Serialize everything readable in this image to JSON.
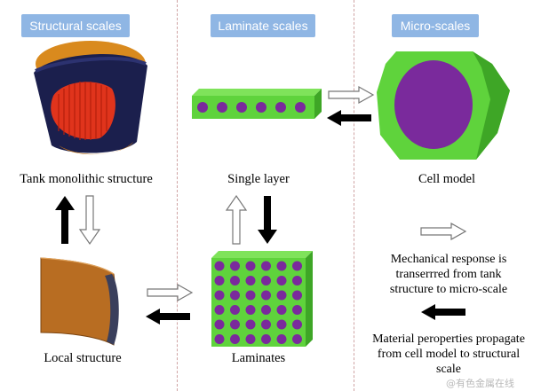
{
  "headers": {
    "structural": "Structural scales",
    "laminate": "Laminate scales",
    "micro": "Micro-scales"
  },
  "labels": {
    "tank": "Tank monolithic structure",
    "single_layer": "Single layer",
    "cell_model": "Cell model",
    "local": "Local structure",
    "laminates": "Laminates"
  },
  "legend": {
    "hollow_arrow_text": "Mechanical response is transerrred from tank structure to micro-scale",
    "solid_arrow_text": "Material peroperties propagate from cell model to structural scale"
  },
  "watermark": "@有色金属在线",
  "colors": {
    "header_bg": "#8fb6e4",
    "green": "#5fd33c",
    "purple": "#7a2a9c",
    "navy": "#1b1f4d",
    "orange": "#d98a1e",
    "red": "#e0341c",
    "bronze": "#b86d22"
  }
}
